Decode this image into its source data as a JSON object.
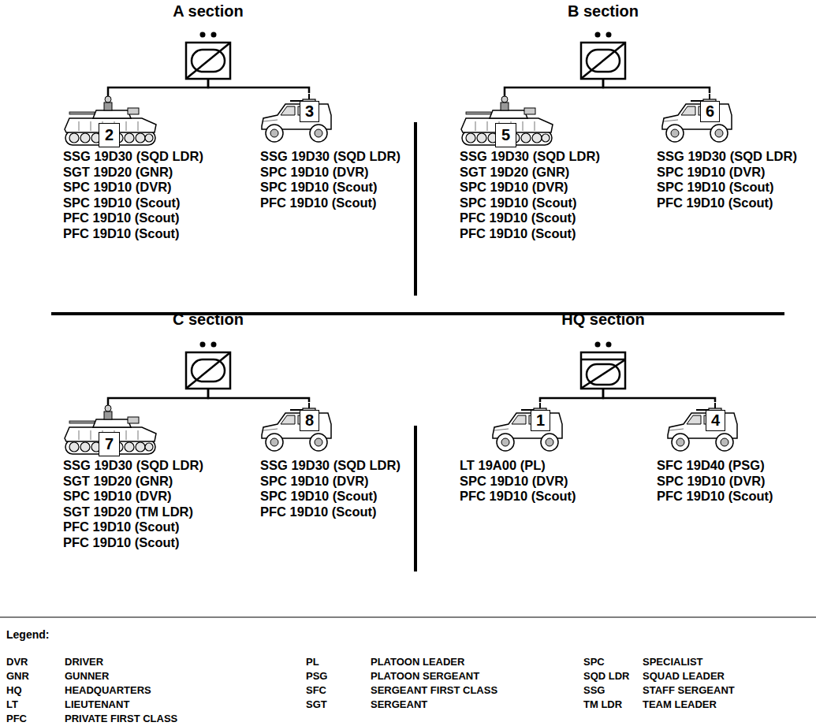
{
  "diagram": {
    "nodes": [
      {
        "text": [
          "A section"
        ]
      },
      {
        "text": [
          "2",
          "SSG 19D30 (SQD LDR)",
          "SGT 19D20 (GNR)",
          "SPC 19D10 (DVR)",
          "SPC 19D10 (Scout)",
          "PFC 19D10 (Scout)",
          "PFC 19D10 (Scout)"
        ]
      },
      {
        "text": [
          "3",
          "SSG 19D30 (SQD LDR)",
          "SPC 19D10 (DVR)",
          "SPC 19D10 (Scout)",
          "PFC 19D10 (Scout)"
        ]
      },
      {
        "text": [
          "B section"
        ]
      },
      {
        "text": [
          "5",
          "SSG 19D30 (SQD LDR)",
          "SGT 19D20 (GNR)",
          "SPC 19D10 (DVR)",
          "SPC 19D10 (Scout)",
          "PFC 19D10 (Scout)",
          "PFC 19D10 (Scout)"
        ]
      },
      {
        "text": [
          "6",
          "SSG 19D30 (SQD LDR)",
          "SPC 19D10 (DVR)",
          "SPC 19D10 (Scout)",
          "PFC 19D10 (Scout)"
        ]
      },
      {
        "text": [
          "C section"
        ]
      },
      {
        "text": [
          "7",
          "SSG 19D30 (SQD LDR)",
          "SGT 19D20 (GNR)",
          "SPC 19D10 (DVR)",
          "SGT 19D20 (TM LDR)",
          "PFC 19D10 (Scout)",
          "PFC 19D10 (Scout)"
        ]
      },
      {
        "text": [
          "8",
          "SSG 19D30 (SQD LDR)",
          "SPC 19D10 (DVR)",
          "SPC 19D10 (Scout)",
          "PFC 19D10 (Scout)"
        ]
      },
      {
        "text": [
          "HQ section"
        ]
      },
      {
        "text": [
          "1",
          "LT 19A00 (PL)",
          "SPC 19D10 (DVR)",
          "PFC 19D10 (Scout)"
        ]
      },
      {
        "text": [
          "4",
          "SFC 19D40 (PSG)",
          "SPC 19D10 (DVR)",
          "PFC 19D10 (Scout)"
        ]
      }
    ],
    "edges": [
      {
        "from": 0,
        "to": 1,
        "arrow": "none"
      },
      {
        "from": 0,
        "to": 2,
        "arrow": "none"
      },
      {
        "from": 3,
        "to": 4,
        "arrow": "none"
      },
      {
        "from": 3,
        "to": 5,
        "arrow": "none"
      },
      {
        "from": 6,
        "to": 7,
        "arrow": "none"
      },
      {
        "from": 6,
        "to": 8,
        "arrow": "none"
      },
      {
        "from": 9,
        "to": 10,
        "arrow": "none"
      },
      {
        "from": 9,
        "to": 11,
        "arrow": "none"
      }
    ],
    "labels": [
      "Legend:",
      "DVR",
      "DRIVER",
      "PL",
      "PLATOON LEADER",
      "SPC",
      "SPECIALIST",
      "GNR",
      "GUNNER",
      "PSG",
      "PLATOON SERGEANT",
      "SQD LDR",
      "SQUAD LEADER",
      "HQ",
      "HEADQUARTERS",
      "SFC",
      "SERGEANT FIRST CLASS",
      "SSG",
      "STAFF SERGEANT",
      "LT",
      "LIEUTENANT",
      "SGT",
      "SERGEANT",
      "TM LDR",
      "TEAM LEADER",
      "PFC",
      "PRIVATE FIRST CLASS"
    ]
  }
}
